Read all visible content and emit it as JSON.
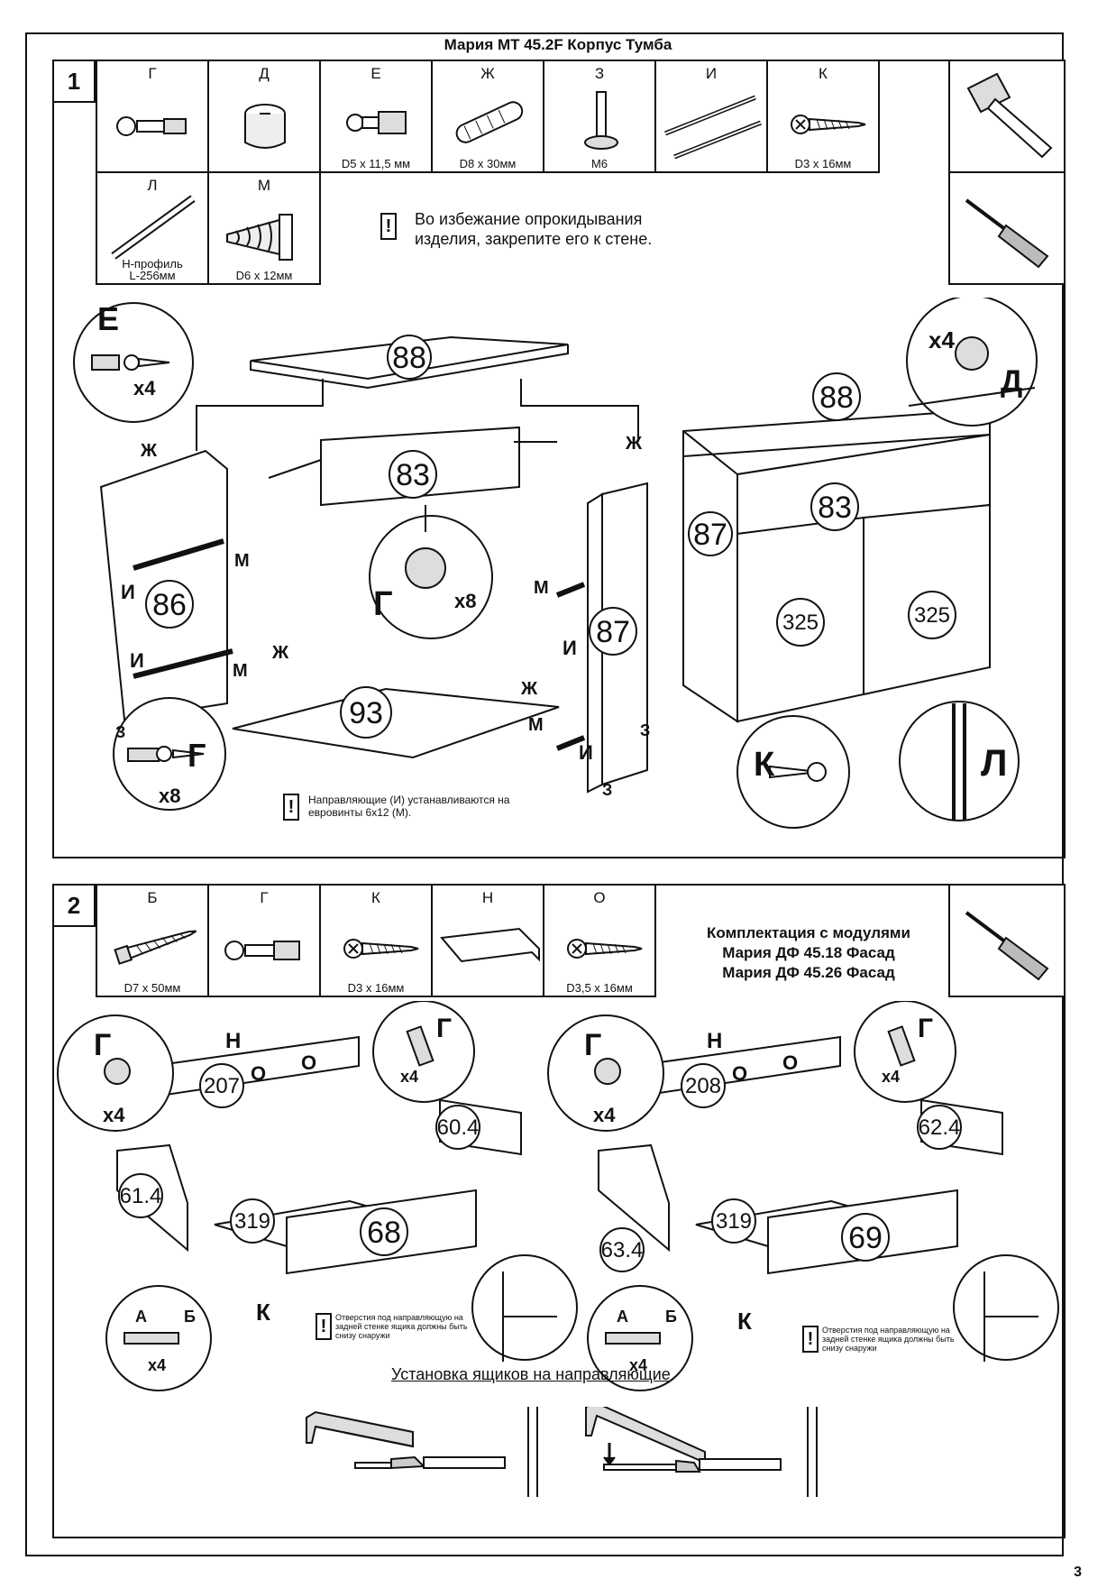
{
  "title": "Мария  MT 45.2F Корпус Тумба",
  "page_number": "3",
  "step1": {
    "number": "1",
    "parts": [
      {
        "letter": "Г",
        "caption": "",
        "icon": "cam-bolt-icon"
      },
      {
        "letter": "Д",
        "caption": "",
        "icon": "cam-lock-icon"
      },
      {
        "letter": "Е",
        "caption": "D5 x 11,5 мм",
        "icon": "bolt-icon"
      },
      {
        "letter": "Ж",
        "caption": "D8 x 30мм",
        "icon": "dowel-icon"
      },
      {
        "letter": "З",
        "caption": "M6",
        "icon": "glide-foot-icon"
      },
      {
        "letter": "И",
        "caption": "",
        "icon": "drawer-slide-icon"
      },
      {
        "letter": "К",
        "caption": "D3 x 16мм",
        "icon": "screw-icon"
      },
      {
        "letter": "Л",
        "caption": "Н-профиль L-256мм",
        "icon": "h-profile-icon"
      },
      {
        "letter": "М",
        "caption": "D6 x 12мм",
        "icon": "euro-screw-icon"
      }
    ],
    "warning": "Во избежание опрокидывания изделия, закрепите его к стене.",
    "guide_note": "Направляющие (И) устанавливаются на евровинты 6x12 (М).",
    "panel_labels": {
      "top": "88",
      "front_rail": "83",
      "left": "86",
      "right": "87",
      "bottom": "93",
      "door1": "325",
      "door2": "325"
    },
    "callouts": {
      "e": "Е",
      "x4": "x4",
      "x8": "x8",
      "g": "Г",
      "d": "Д",
      "k": "К",
      "l": "Л",
      "zh": "Ж",
      "m": "М",
      "i": "И",
      "z": "З"
    }
  },
  "step2": {
    "number": "2",
    "parts": [
      {
        "letter": "Б",
        "caption": "D7 x 50мм",
        "icon": "anchor-screw-icon"
      },
      {
        "letter": "Г",
        "caption": "",
        "icon": "cam-bolt-icon"
      },
      {
        "letter": "К",
        "caption": "D3 x 16мм",
        "icon": "screw-icon"
      },
      {
        "letter": "Н",
        "caption": "",
        "icon": "handle-profile-icon"
      },
      {
        "letter": "О",
        "caption": "D3,5 x 16мм",
        "icon": "screw-icon"
      }
    ],
    "kit_lines": [
      "Комплектация с модулями",
      "Мария ДФ 45.18 Фасад",
      "Мария ДФ 45.26 Фасад"
    ],
    "left_drawer": {
      "front": "207",
      "side_r": "60.4",
      "side_l": "61.4",
      "bottom": "319",
      "back": "68"
    },
    "right_drawer": {
      "front": "208",
      "side_r": "62.4",
      "side_l": "63.4",
      "bottom": "319",
      "back": "69"
    },
    "drawer_note": "Отверстия под направляющую на задней стенке ящика должны быть снизу снаружи",
    "install_title": "Установка ящиков на направляющие",
    "callouts": {
      "g": "Г",
      "n": "Н",
      "o": "О",
      "x4": "x4",
      "a": "А",
      "b": "Б",
      "k": "К"
    }
  }
}
